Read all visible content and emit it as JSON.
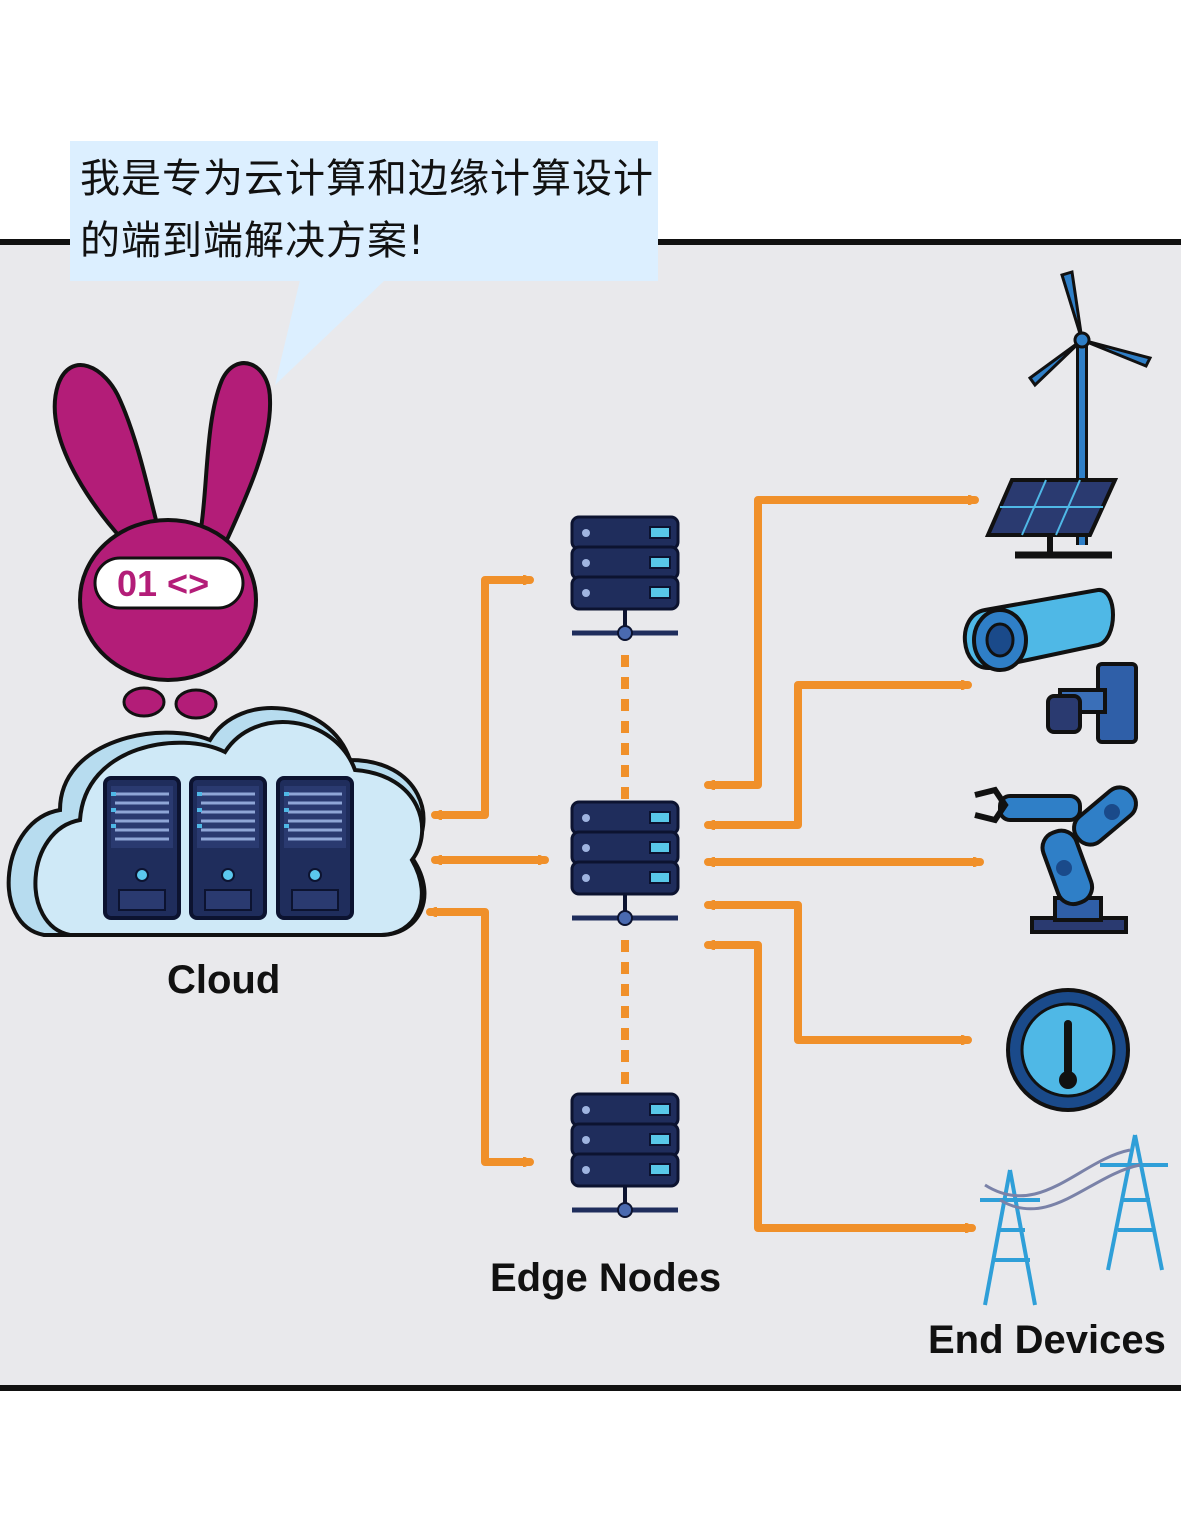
{
  "speech": {
    "text": "我是专为云计算和边缘计算设计的端到端解决方案!"
  },
  "mascot": {
    "badge": "01 <>"
  },
  "labels": {
    "cloud": "Cloud",
    "edge": "Edge Nodes",
    "end": "End Devices"
  },
  "colors": {
    "panel": "#e9e9ec",
    "arrow": "#f0902a",
    "mascot": "#b31d78",
    "server": "#1f2d5c",
    "device": "#2f7fc7",
    "cloud": "#cfe9f7"
  },
  "icons": {
    "cloud_servers": [
      "server-tower-icon",
      "server-tower-icon",
      "server-tower-icon"
    ],
    "edge_nodes": [
      "server-rack-icon",
      "server-rack-icon",
      "server-rack-icon"
    ],
    "end_devices": [
      "wind-turbine-solar-icon",
      "security-camera-icon",
      "robot-arm-icon",
      "gauge-icon",
      "power-tower-icon"
    ]
  }
}
